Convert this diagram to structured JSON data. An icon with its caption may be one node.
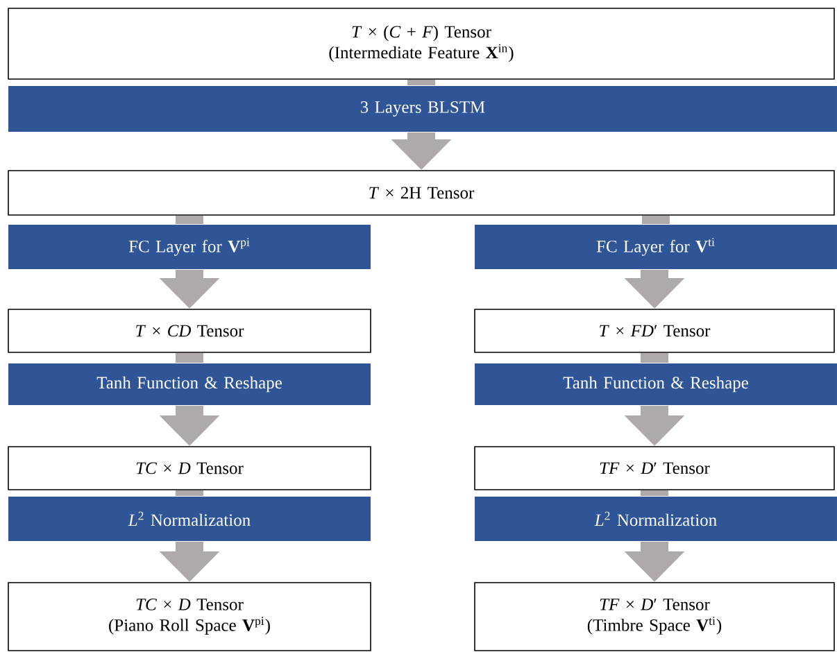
{
  "diagram": {
    "nodes": [
      {
        "text": [
          "*T* × (*C* + *F*) Tensor",
          "(Intermediate Feature **X**$^{in}$)"
        ]
      },
      {
        "text": [
          "3 Layers BLSTM"
        ]
      },
      {
        "text": [
          "*T* × 2H Tensor"
        ]
      },
      {
        "text": [
          "FC Layer for **V**$^{pi}$"
        ]
      },
      {
        "text": [
          "FC Layer for **V**$^{ti}$"
        ]
      },
      {
        "text": [
          "*T* × *CD* Tensor"
        ]
      },
      {
        "text": [
          "*T* × *FD*′ Tensor"
        ]
      },
      {
        "text": [
          "Tanh Function & Reshape"
        ]
      },
      {
        "text": [
          "Tanh Function & Reshape"
        ]
      },
      {
        "text": [
          "*TC* × *D* Tensor"
        ]
      },
      {
        "text": [
          "*TF* × *D*′ Tensor"
        ]
      },
      {
        "text": [
          "*L*$^{2}$ Normalization"
        ]
      },
      {
        "text": [
          "*L*$^{2}$ Normalization"
        ]
      },
      {
        "text": [
          "*TC* × *D* Tensor",
          "(Piano Roll Space **V**$^{pi}$)"
        ]
      },
      {
        "text": [
          "*TF* × *D*′ Tensor",
          "(Timbre Space **V**$^{ti}$)"
        ]
      }
    ],
    "edges": [
      {
        "from": 0,
        "to": 1,
        "arrow": "none"
      },
      {
        "from": 1,
        "to": 2,
        "arrow": "to"
      },
      {
        "from": 2,
        "to": 3,
        "arrow": "none"
      },
      {
        "from": 2,
        "to": 4,
        "arrow": "none"
      },
      {
        "from": 3,
        "to": 5,
        "arrow": "to"
      },
      {
        "from": 4,
        "to": 6,
        "arrow": "to"
      },
      {
        "from": 5,
        "to": 7,
        "arrow": "none"
      },
      {
        "from": 6,
        "to": 8,
        "arrow": "none"
      },
      {
        "from": 7,
        "to": 9,
        "arrow": "to"
      },
      {
        "from": 8,
        "to": 10,
        "arrow": "to"
      },
      {
        "from": 9,
        "to": 11,
        "arrow": "none"
      },
      {
        "from": 10,
        "to": 12,
        "arrow": "none"
      },
      {
        "from": 11,
        "to": 13,
        "arrow": "to"
      },
      {
        "from": 12,
        "to": 14,
        "arrow": "to"
      }
    ]
  }
}
